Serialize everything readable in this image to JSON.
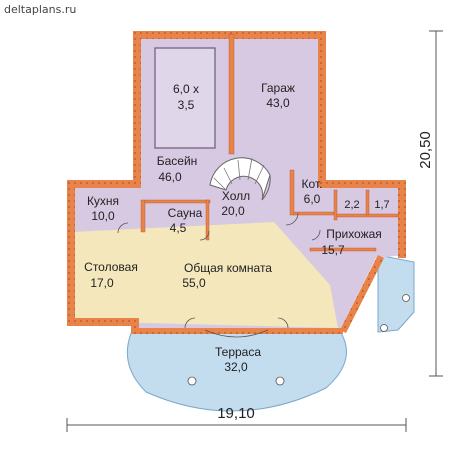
{
  "site": {
    "url": "deltaplans.ru"
  },
  "colors": {
    "wall": "#e8834a",
    "wall_dot": "#b9532b",
    "lilac": "#d8c9e3",
    "beige": "#f4e7bc",
    "terrace": "#c3dcee",
    "pool_inner": "#e0d6ea",
    "stair": "#ffffff",
    "dim_line": "#555555"
  },
  "rooms": {
    "pool": {
      "line1": "6,0 х",
      "line2": "3,5"
    },
    "garage": {
      "name": "Гараж",
      "area": "43,0"
    },
    "basin": {
      "name": "Басейн",
      "area": "46,0"
    },
    "hall": {
      "name": "Холл",
      "area": "20,0"
    },
    "boiler": {
      "name": "Кот.",
      "area": "6,0"
    },
    "bath_a": {
      "area": "2,2"
    },
    "bath_b": {
      "area": "1,7"
    },
    "kitchen": {
      "name": "Кухня",
      "area": "10,0"
    },
    "sauna": {
      "name": "Сауна",
      "area": "4,5"
    },
    "entrance": {
      "name": "Прихожая",
      "area": "15,7"
    },
    "dining": {
      "name": "Столовая",
      "area": "17,0"
    },
    "living": {
      "name": "Общая комната",
      "area": "55,0"
    },
    "terrace": {
      "name": "Терраса",
      "area": "32,0"
    }
  },
  "dimensions": {
    "width": "19,10",
    "height": "20,50"
  }
}
